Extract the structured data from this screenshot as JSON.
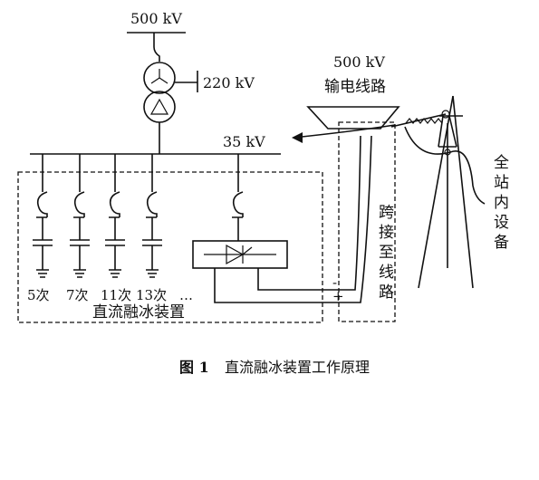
{
  "labels": {
    "v500": "500 kV",
    "v220": "220 kV",
    "line_voltage": "500 kV",
    "line_name": "输电线路",
    "v35": "35 kV",
    "jumper": [
      "跨",
      "接",
      "至",
      "线",
      "路"
    ],
    "station": [
      "全",
      "站",
      "内",
      "设",
      "备"
    ],
    "harmonics": [
      "5次",
      "7次",
      "11次",
      "13次"
    ],
    "ellipsis": "…",
    "device": "直流融冰装置",
    "minus": "-",
    "plus": "+"
  },
  "caption": {
    "number": "图 1",
    "title": "直流融冰装置工作原理"
  }
}
